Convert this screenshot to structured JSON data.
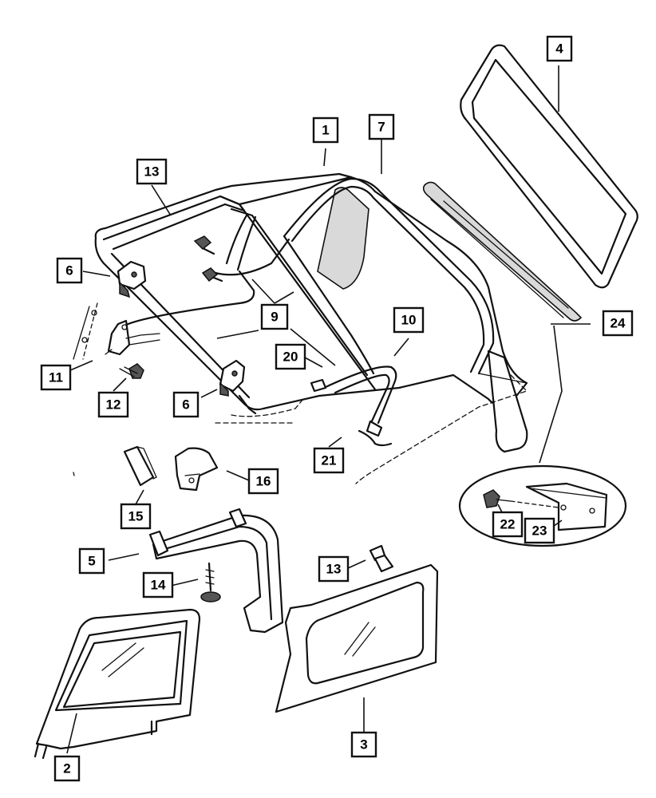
{
  "callouts": [
    {
      "id": "c1",
      "label": "1"
    },
    {
      "id": "c2",
      "label": "2"
    },
    {
      "id": "c3",
      "label": "3"
    },
    {
      "id": "c4",
      "label": "4"
    },
    {
      "id": "c5",
      "label": "5"
    },
    {
      "id": "c6a",
      "label": "6"
    },
    {
      "id": "c6b",
      "label": "6"
    },
    {
      "id": "c7",
      "label": "7"
    },
    {
      "id": "c9",
      "label": "9"
    },
    {
      "id": "c10",
      "label": "10"
    },
    {
      "id": "c11",
      "label": "11"
    },
    {
      "id": "c12",
      "label": "12"
    },
    {
      "id": "c13a",
      "label": "13"
    },
    {
      "id": "c13b",
      "label": "13"
    },
    {
      "id": "c14",
      "label": "14"
    },
    {
      "id": "c15",
      "label": "15"
    },
    {
      "id": "c16",
      "label": "16"
    },
    {
      "id": "c20",
      "label": "20"
    },
    {
      "id": "c21",
      "label": "21"
    },
    {
      "id": "c22",
      "label": "22"
    },
    {
      "id": "c23",
      "label": "23"
    },
    {
      "id": "c24",
      "label": "24"
    }
  ]
}
